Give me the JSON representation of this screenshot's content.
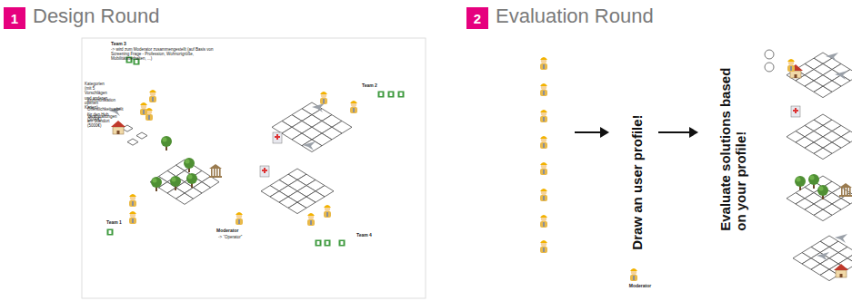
{
  "diagram": {
    "nodes": [
      {
        "text": [
          "1",
          "Design Round"
        ]
      },
      {
        "text": [
          "2",
          "Evaluation Round"
        ]
      }
    ],
    "labels": [
      "Kategorien (mit 5 Vorschlägen und anderen offenen Karten)",
      "Kommunikation / Öffentlichkeitsarbeit für den Hub (5000€)",
      "Veranstaltungen am Standort (5000€)",
      "Team 3",
      "-> wird zum Moderator zusammengestellt (auf Basis von Screening Frage - Profession, Wohnortgröße, Mobilitätsverhalten, ...)",
      "Team 2",
      "Team 1",
      "Moderator",
      "-> “Operator”",
      "Team 4",
      "Draw an user profile!",
      "Evaluate solutions based on your profile!",
      "Moderator"
    ]
  }
}
